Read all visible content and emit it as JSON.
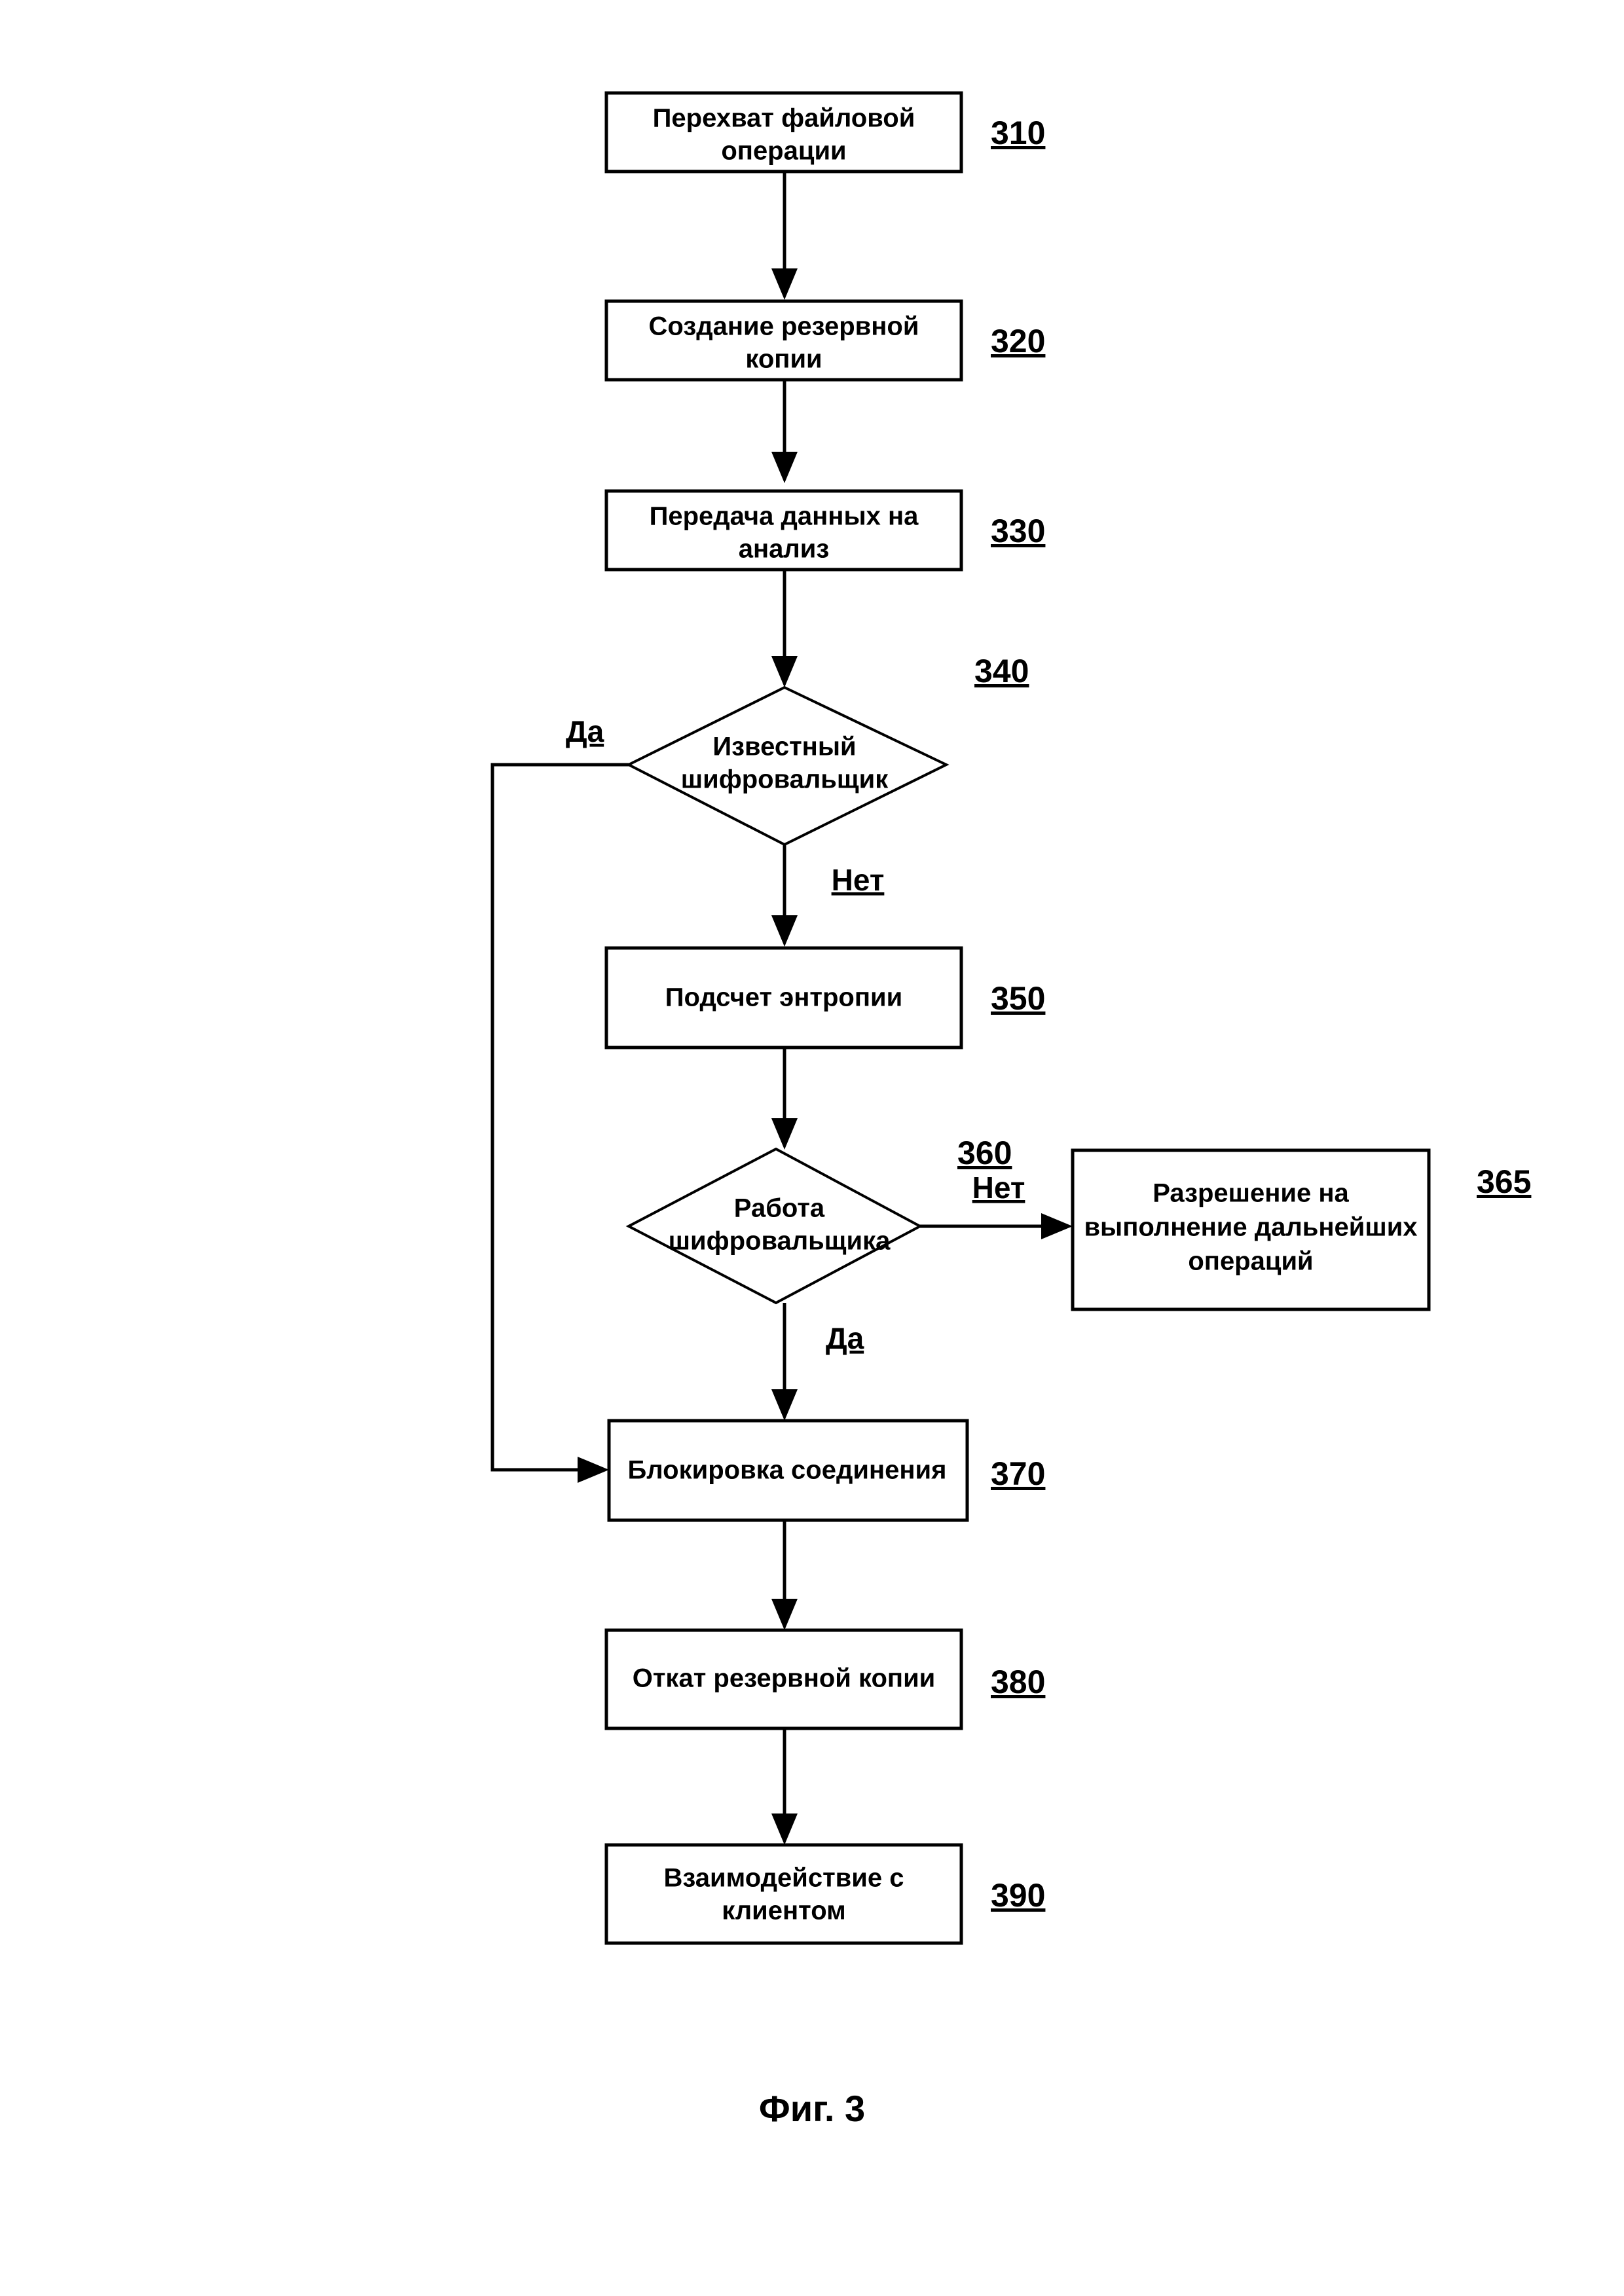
{
  "figure": {
    "caption": "Фиг. 3",
    "language": "ru"
  },
  "chart_data": {
    "type": "diagram",
    "title": "Фиг. 3",
    "nodes": [
      {
        "id": "310",
        "ref": "310",
        "shape": "process",
        "text": "Перехват файловой операции",
        "lines": [
          "Перехват файловой",
          "операции"
        ]
      },
      {
        "id": "320",
        "ref": "320",
        "shape": "process",
        "text": "Создание резервной копии",
        "lines": [
          "Создание резервной",
          "копии"
        ]
      },
      {
        "id": "330",
        "ref": "330",
        "shape": "process",
        "text": "Передача данных на анализ",
        "lines": [
          "Передача данных на",
          "анализ"
        ]
      },
      {
        "id": "340",
        "ref": "340",
        "shape": "decision",
        "text": "Известный шифровальщик",
        "lines": [
          "Известный",
          "шифровальщик"
        ]
      },
      {
        "id": "350",
        "ref": "350",
        "shape": "process",
        "text": "Подсчет энтропии",
        "lines": [
          "Подсчет энтропии"
        ]
      },
      {
        "id": "360",
        "ref": "360",
        "shape": "decision",
        "text": "Работа шифровальщика",
        "lines": [
          "Работа",
          "шифровальщика"
        ]
      },
      {
        "id": "365",
        "ref": "365",
        "shape": "process",
        "text": "Разрешение на выполнение дальнейших операций",
        "lines": [
          "Разрешение на",
          "выполнение дальнейших",
          "операций"
        ]
      },
      {
        "id": "370",
        "ref": "370",
        "shape": "process",
        "text": "Блокировка соединения",
        "lines": [
          "Блокировка соединения"
        ]
      },
      {
        "id": "380",
        "ref": "380",
        "shape": "process",
        "text": "Откат резервной копии",
        "lines": [
          "Откат резервной копии"
        ]
      },
      {
        "id": "390",
        "ref": "390",
        "shape": "process",
        "text": "Взаимодействие с клиентом",
        "lines": [
          "Взаимодействие с",
          "клиентом"
        ]
      }
    ],
    "edges": [
      {
        "from": "310",
        "to": "320",
        "label": ""
      },
      {
        "from": "320",
        "to": "330",
        "label": ""
      },
      {
        "from": "330",
        "to": "340",
        "label": ""
      },
      {
        "from": "340",
        "to": "370",
        "label": "Да"
      },
      {
        "from": "340",
        "to": "350",
        "label": "Нет"
      },
      {
        "from": "350",
        "to": "360",
        "label": ""
      },
      {
        "from": "360",
        "to": "365",
        "label": "Нет"
      },
      {
        "from": "360",
        "to": "370",
        "label": "Да"
      },
      {
        "from": "370",
        "to": "380",
        "label": ""
      },
      {
        "from": "380",
        "to": "390",
        "label": ""
      }
    ],
    "branch_labels": {
      "d340_yes": "Да",
      "d340_no": "Нет",
      "d360_no": "Нет",
      "d360_yes": "Да"
    },
    "colors": {
      "stroke": "#000000",
      "fill": "#ffffff",
      "text": "#000000"
    }
  }
}
